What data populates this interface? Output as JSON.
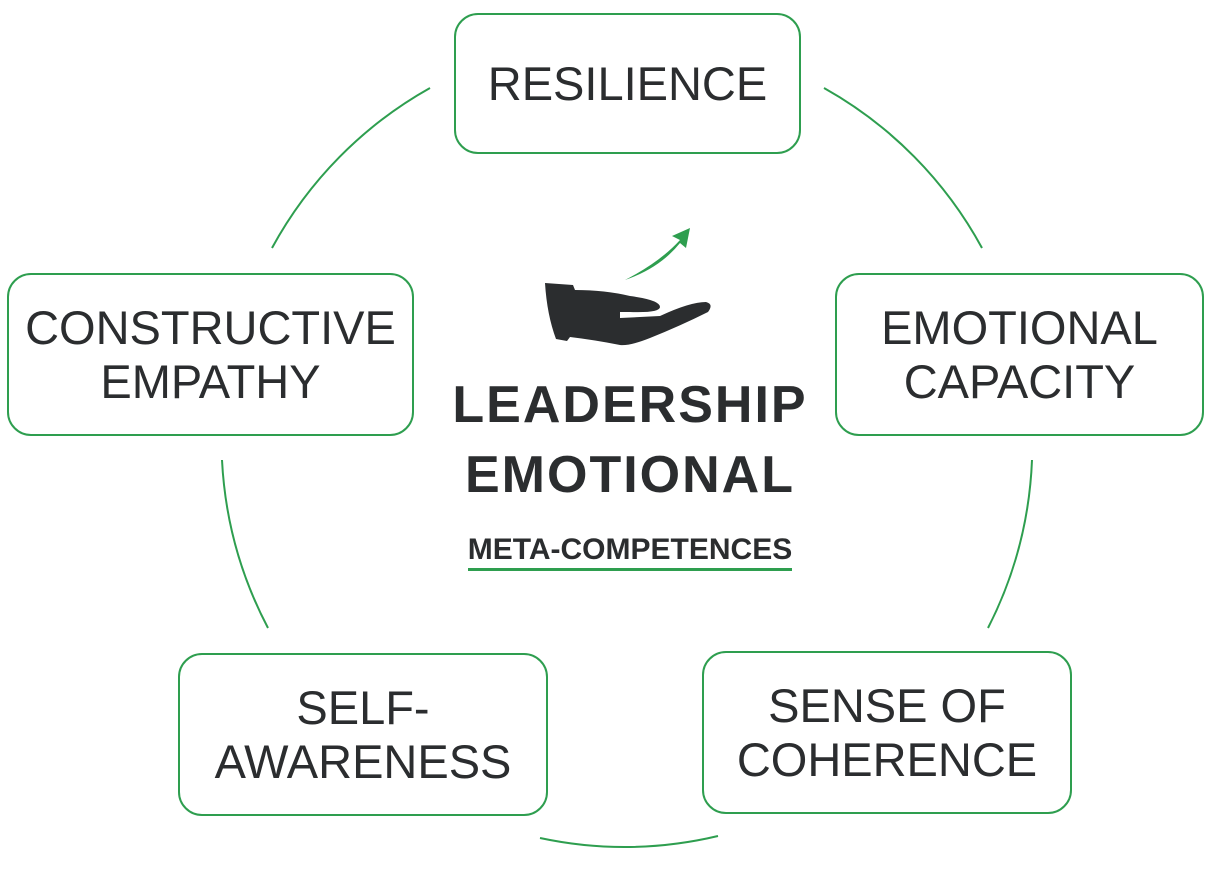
{
  "center": {
    "title_line1": "LEADERSHIP",
    "title_line2": "EMOTIONAL",
    "subtitle": "META-COMPETENCES",
    "icon": "hand-with-rising-arrow-icon"
  },
  "nodes": [
    {
      "line1": "RESILIENCE",
      "line2": ""
    },
    {
      "line1": "EMOTIONAL",
      "line2": "CAPACITY"
    },
    {
      "line1": "SENSE OF",
      "line2": "COHERENCE"
    },
    {
      "line1": "SELF-",
      "line2": "AWARENESS"
    },
    {
      "line1": "CONSTRUCTIVE",
      "line2": "EMPATHY"
    }
  ],
  "colors": {
    "accent": "#2e9e4f",
    "text": "#2b2d2f"
  }
}
